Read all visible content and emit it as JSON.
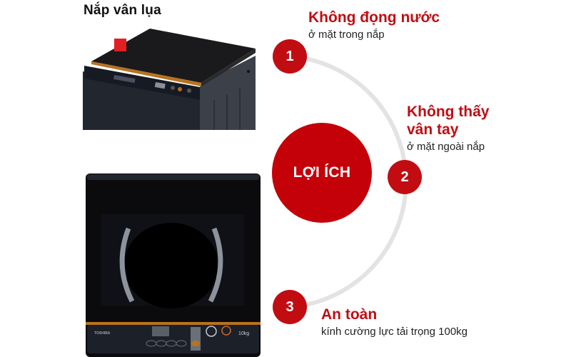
{
  "product": {
    "title": "Nắp vân lụa",
    "brand_label": "TOSHIBA",
    "capacity_label": "10kg"
  },
  "center": {
    "label": "LỢI ÍCH"
  },
  "benefits": [
    {
      "number": "1",
      "title_lines": [
        "Không đọng nước"
      ],
      "subtitle": "ở mặt trong nắp"
    },
    {
      "number": "2",
      "title_lines": [
        "Không thấy",
        "vân tay"
      ],
      "subtitle": "ở mặt ngoài nắp"
    },
    {
      "number": "3",
      "title_lines": [
        "An toàn"
      ],
      "subtitle": "kính cường lực tải trọng 100kg"
    }
  ],
  "colors": {
    "accent_red": "#c10d12",
    "center_red": "#c40008",
    "arc_grey": "#e3e3e3",
    "marker_red": "#e02022",
    "machine_dark": "#1c2029",
    "lid_trim_orange": "#b8731f"
  }
}
